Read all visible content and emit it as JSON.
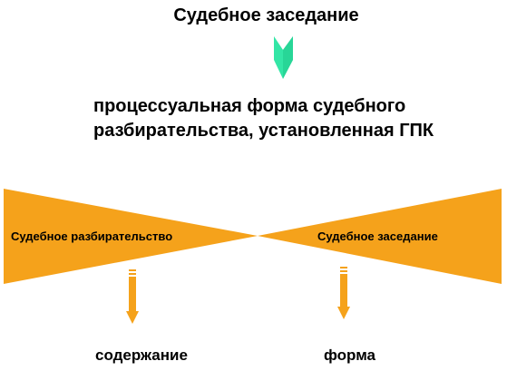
{
  "title": "Судебное заседание",
  "definition": {
    "line1": "процессуальная форма судебного",
    "line2": "разбирательства, установленная ГПК"
  },
  "bowtie": {
    "left_label": "Судебное разбирательство",
    "right_label": "Судебное заседание"
  },
  "bottom": {
    "left_label": "содержание",
    "right_label": "форма"
  },
  "colors": {
    "top_arrow": "#33e6a6",
    "top_arrow_shade": "#1fc98a",
    "bowtie_fill": "#f5a21b",
    "down_arrow": "#f5a21b",
    "text": "#000000",
    "background": "#ffffff"
  },
  "icons": {
    "top_arrow": "chevron-down-arrow-icon",
    "left_down_arrow": "striped-down-arrow-icon",
    "right_down_arrow": "striped-down-arrow-icon"
  }
}
